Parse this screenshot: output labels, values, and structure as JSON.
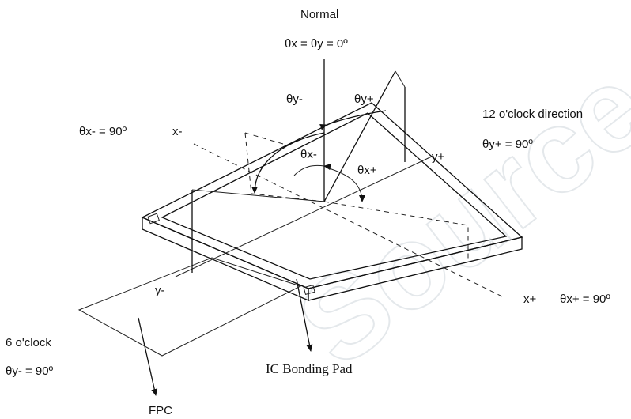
{
  "watermark": "Source Display",
  "labels": {
    "normal": "Normal",
    "normal_angle": "θx = θy = 0º",
    "theta_y_minus": "θy-",
    "theta_y_plus": "θy+",
    "twelve_oclock": "12 o'clock direction",
    "theta_y_plus_90": "θy+ = 90º",
    "theta_x_minus_90": "θx- = 90º",
    "x_minus": "x-",
    "theta_x_minus": "θx-",
    "theta_x_plus": "θx+",
    "y_plus": "y+",
    "y_minus": "y-",
    "x_plus": "x+",
    "theta_x_plus_90": "θx+ = 90º",
    "six_oclock": "6 o'clock",
    "theta_y_minus_90": "θy- = 90º",
    "ic_bonding_pad": "IC Bonding Pad",
    "fpc": "FPC"
  }
}
